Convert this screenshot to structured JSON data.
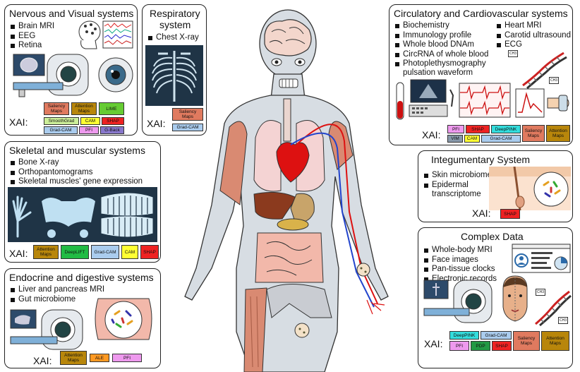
{
  "panels": {
    "nervous": {
      "title": "Nervous and Visual systems",
      "items": [
        "Brain MRI",
        "EEG",
        "Retina"
      ],
      "xai_label": "XAI:",
      "tags": [
        "Saliency Maps",
        "Attention Maps",
        "LIME",
        "SmoothGrad",
        "CAM",
        "SHAP",
        "Grad-CAM",
        "PFI",
        "G-Back"
      ]
    },
    "respiratory": {
      "title_line1": "Respiratory",
      "title_line2": "system",
      "items": [
        "Chest X-ray"
      ],
      "xai_label": "XAI:",
      "tags": [
        "Saliency Maps",
        "Grad-CAM"
      ]
    },
    "skeletal": {
      "title": "Skeletal and muscular systems",
      "items": [
        "Bone X-ray",
        "Orthopantomograms",
        "Skeletal muscles' gene expression"
      ],
      "xai_label": "XAI:",
      "tags": [
        "Attention Maps",
        "DeepLIFT",
        "Grad-CAM",
        "CAM",
        "SHAP"
      ]
    },
    "endocrine": {
      "title": "Endocrine and digestive systems",
      "items": [
        "Liver and pancreas MRI",
        "Gut microbiome"
      ],
      "xai_label": "XAI:",
      "tags": [
        "Attention Maps",
        "ALE",
        "PFI"
      ]
    },
    "circulatory": {
      "title": "Circulatory and Cardiovascular systems",
      "items_left": [
        "Biochemistry",
        "Immunology profile",
        "Whole blood DNAm",
        "CircRNA of whole blood",
        "Photoplethysmography",
        "pulsation waveform"
      ],
      "items_right": [
        "Heart MRI",
        "Carotid ultrasound",
        "ECG"
      ],
      "xai_label": "XAI:",
      "tags": [
        "PFI",
        "SHAP",
        "DeepPINK",
        "Saliency Maps",
        "Attention Maps",
        "VIM",
        "CAM",
        "Grad-CAM"
      ],
      "ch3": "CH3"
    },
    "integumentary": {
      "title": "Integumentary System",
      "items": [
        "Skin microbiome",
        "Epidermal",
        "transcriptome"
      ],
      "xai_label": "XAI:",
      "tags": [
        "SHAP"
      ]
    },
    "complex": {
      "title": "Complex Data",
      "items": [
        "Whole-body MRI",
        "Face images",
        "Pan-tissue clocks",
        "Electronic records"
      ],
      "xai_label": "XAI:",
      "tags": [
        "DeepPINK",
        "Grad-CAM",
        "Saliency Maps",
        "Attention Maps",
        "PFI",
        "PDP",
        "SHAP"
      ],
      "ch3": "CH3"
    }
  },
  "colors": {
    "saliency": "#e07a5f",
    "attention": "#b8860b",
    "lime": "#66cc33",
    "smoothgrad": "#ccee99",
    "cam": "#ffff33",
    "shap": "#ee2222",
    "gradcam": "#aaccee",
    "pfi": "#ee99ee",
    "gback": "#8877cc",
    "deeplift": "#22bb44",
    "deeppink": "#33dddd",
    "vim": "#8899aa",
    "ale": "#ff9922",
    "pdp": "#229944"
  }
}
